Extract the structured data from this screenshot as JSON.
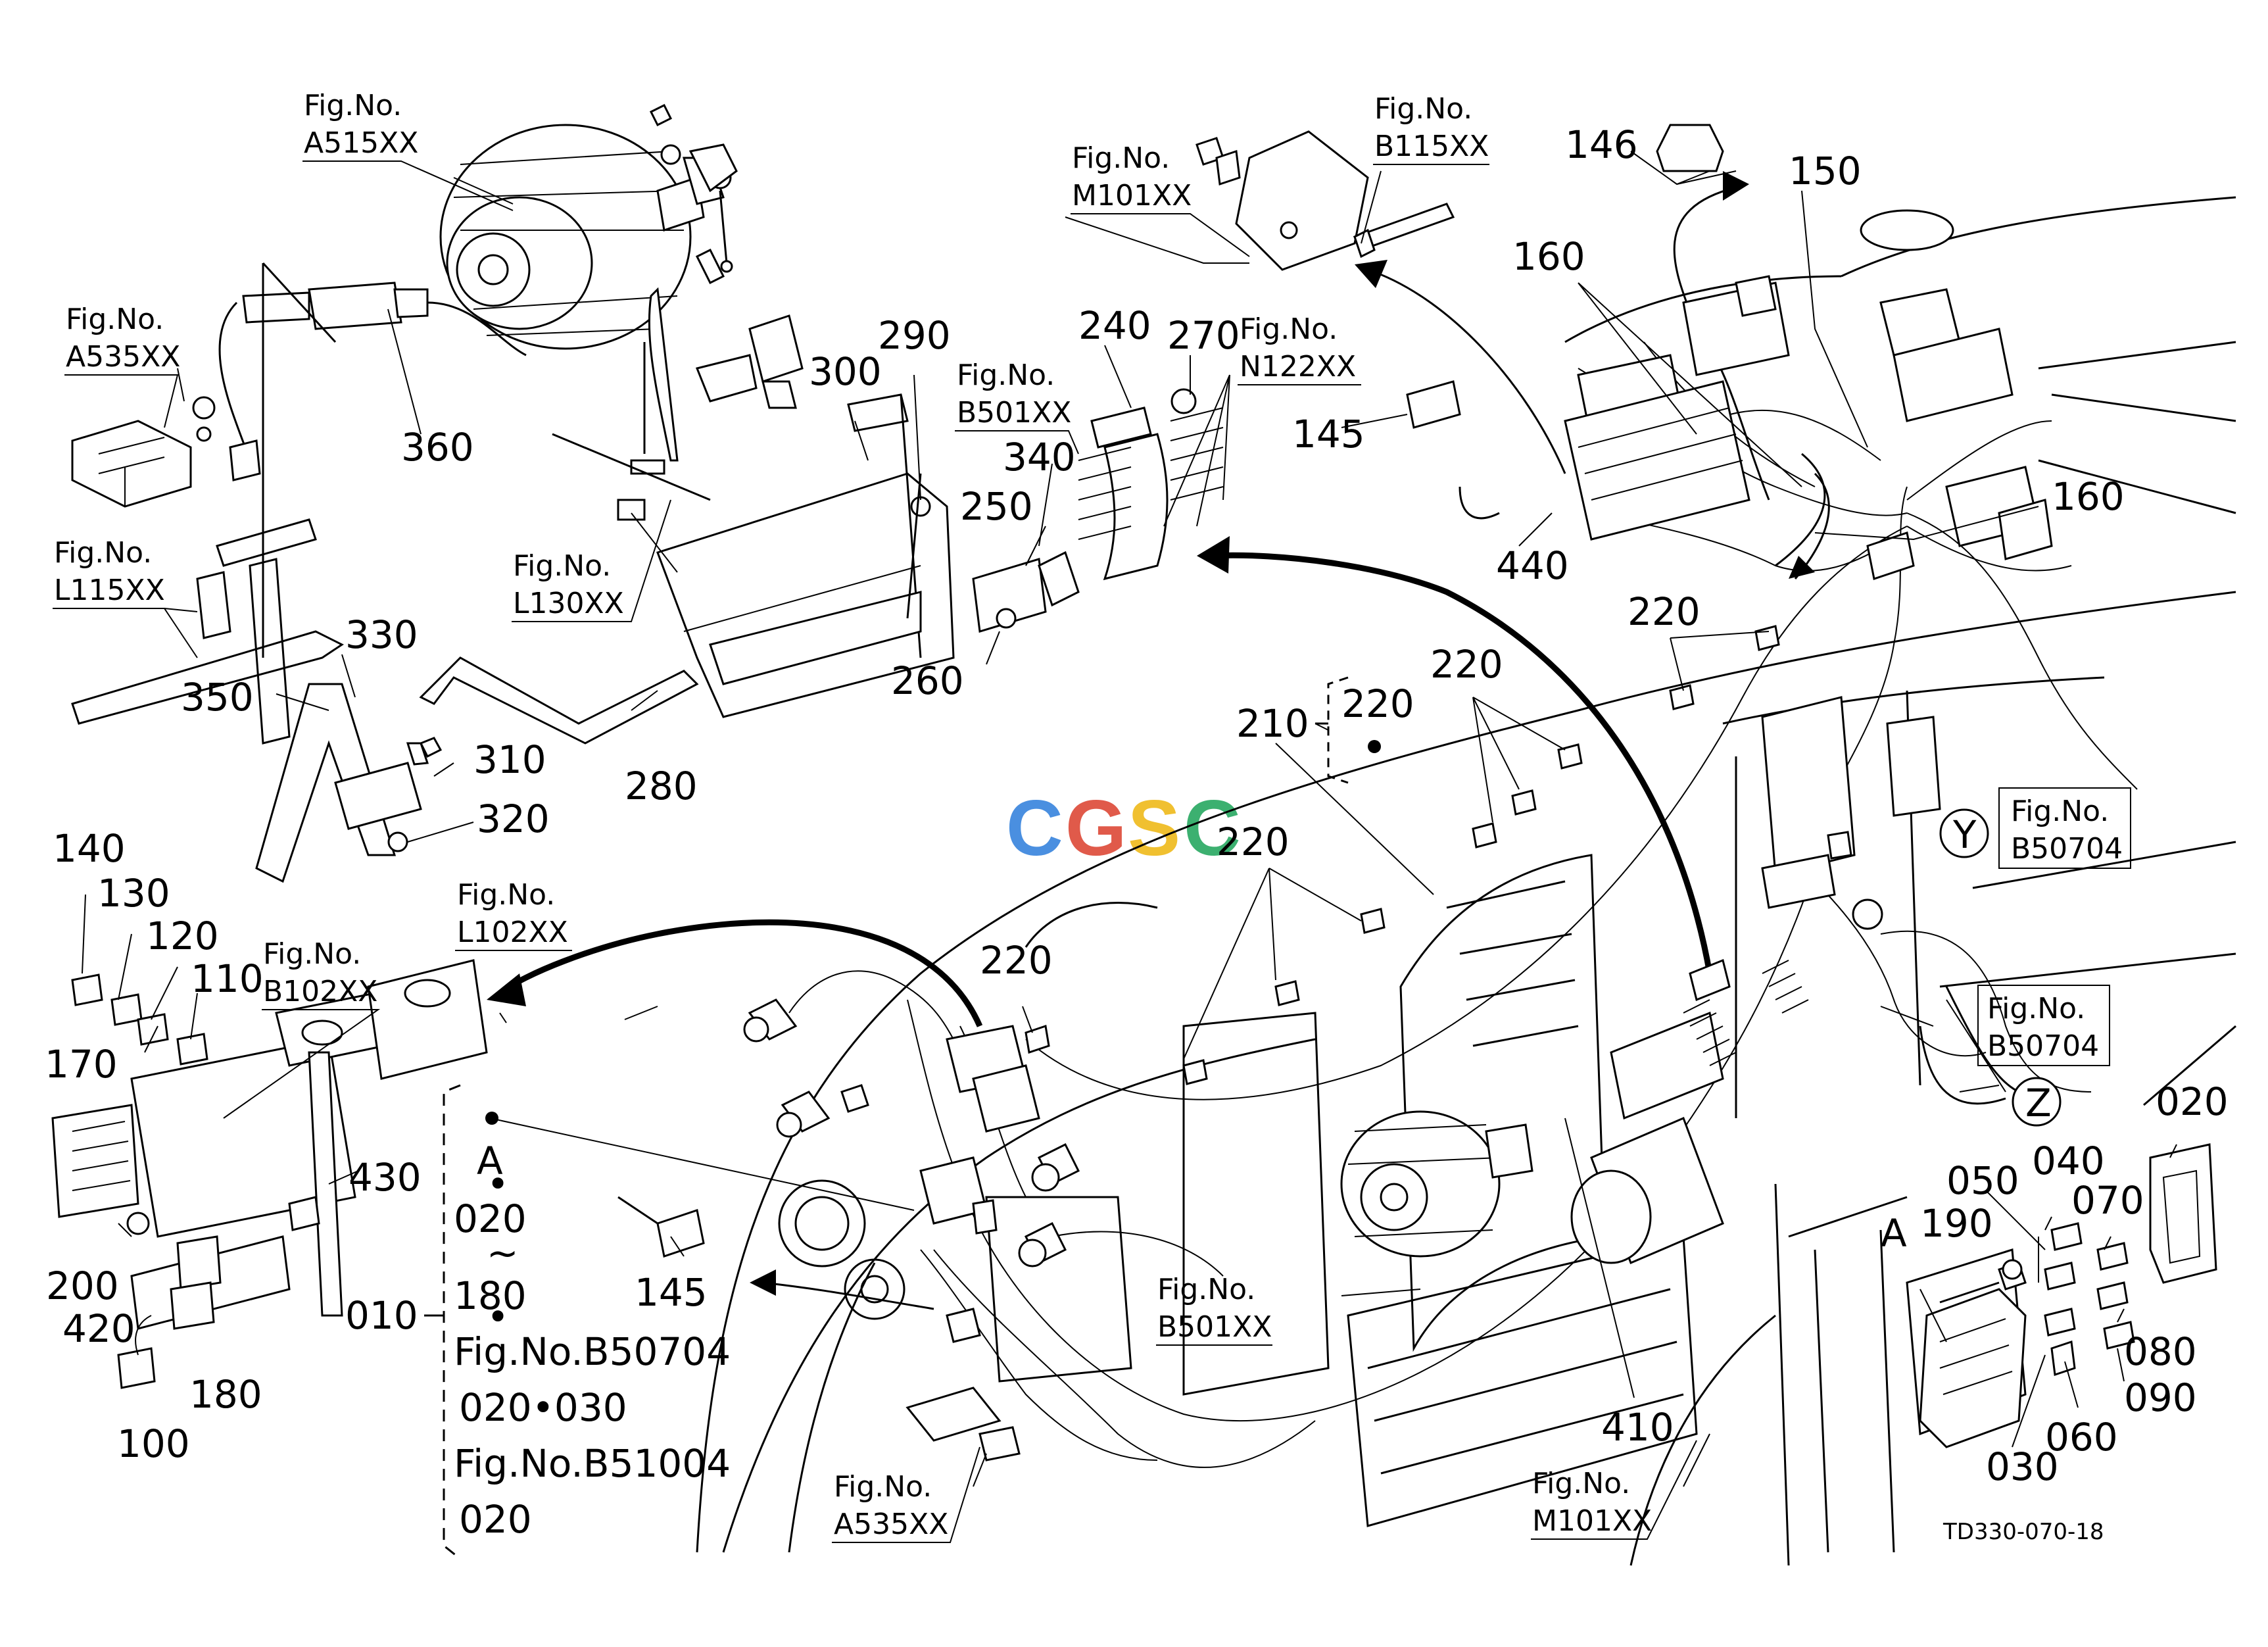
{
  "watermark": "CGSC",
  "drawing_code": "TD330-070-18",
  "fig_prefix": "Fig.No.",
  "fig_refs": {
    "a515": "A515XX",
    "a535_top": "A535XX",
    "l115": "L115XX",
    "l130": "L130XX",
    "b501_top": "B501XX",
    "n122": "N122XX",
    "m101_top": "M101XX",
    "b115": "B115XX",
    "l102": "L102XX",
    "b102": "B102XX",
    "b50704_y": "B50704",
    "b50704_z": "B50704",
    "b501_bottom": "B501XX",
    "a535_bottom": "A535XX",
    "m101_bottom": "M101XX"
  },
  "parts": {
    "p360": "360",
    "p300": "300",
    "p290": "290",
    "p240": "240",
    "p270": "270",
    "p340": "340",
    "p250": "250",
    "p260": "260",
    "p280": "280",
    "p330": "330",
    "p350": "350",
    "p310": "310",
    "p320": "320",
    "p145a": "145",
    "p145b": "145",
    "p146": "146",
    "p150": "150",
    "p160a": "160",
    "p160b": "160",
    "p440": "440",
    "p220a": "220",
    "p220b": "220",
    "p220c": "220",
    "p220d": "220",
    "p220e": "220",
    "p210": "210",
    "p140": "140",
    "p130": "130",
    "p120": "120",
    "p110": "110",
    "p170": "170",
    "p430": "430",
    "p200": "200",
    "p420": "420",
    "p180": "180",
    "p100": "100",
    "p010": "010",
    "p410": "410",
    "p020": "020",
    "p040": "040",
    "p050": "050",
    "p070": "070",
    "p190": "190",
    "p080": "080",
    "p090": "090",
    "p060": "060",
    "p030": "030"
  },
  "markers": {
    "y": "Y",
    "z": "Z",
    "a_main": "A",
    "a_block": "A"
  },
  "kit_note": {
    "a": "A",
    "dot": "•",
    "from": "020",
    "tilde": "~",
    "to": "180",
    "fig1": "Fig.No.B50704",
    "line2": "020•030",
    "fig2": "Fig.No.B51004",
    "line3": "020"
  }
}
